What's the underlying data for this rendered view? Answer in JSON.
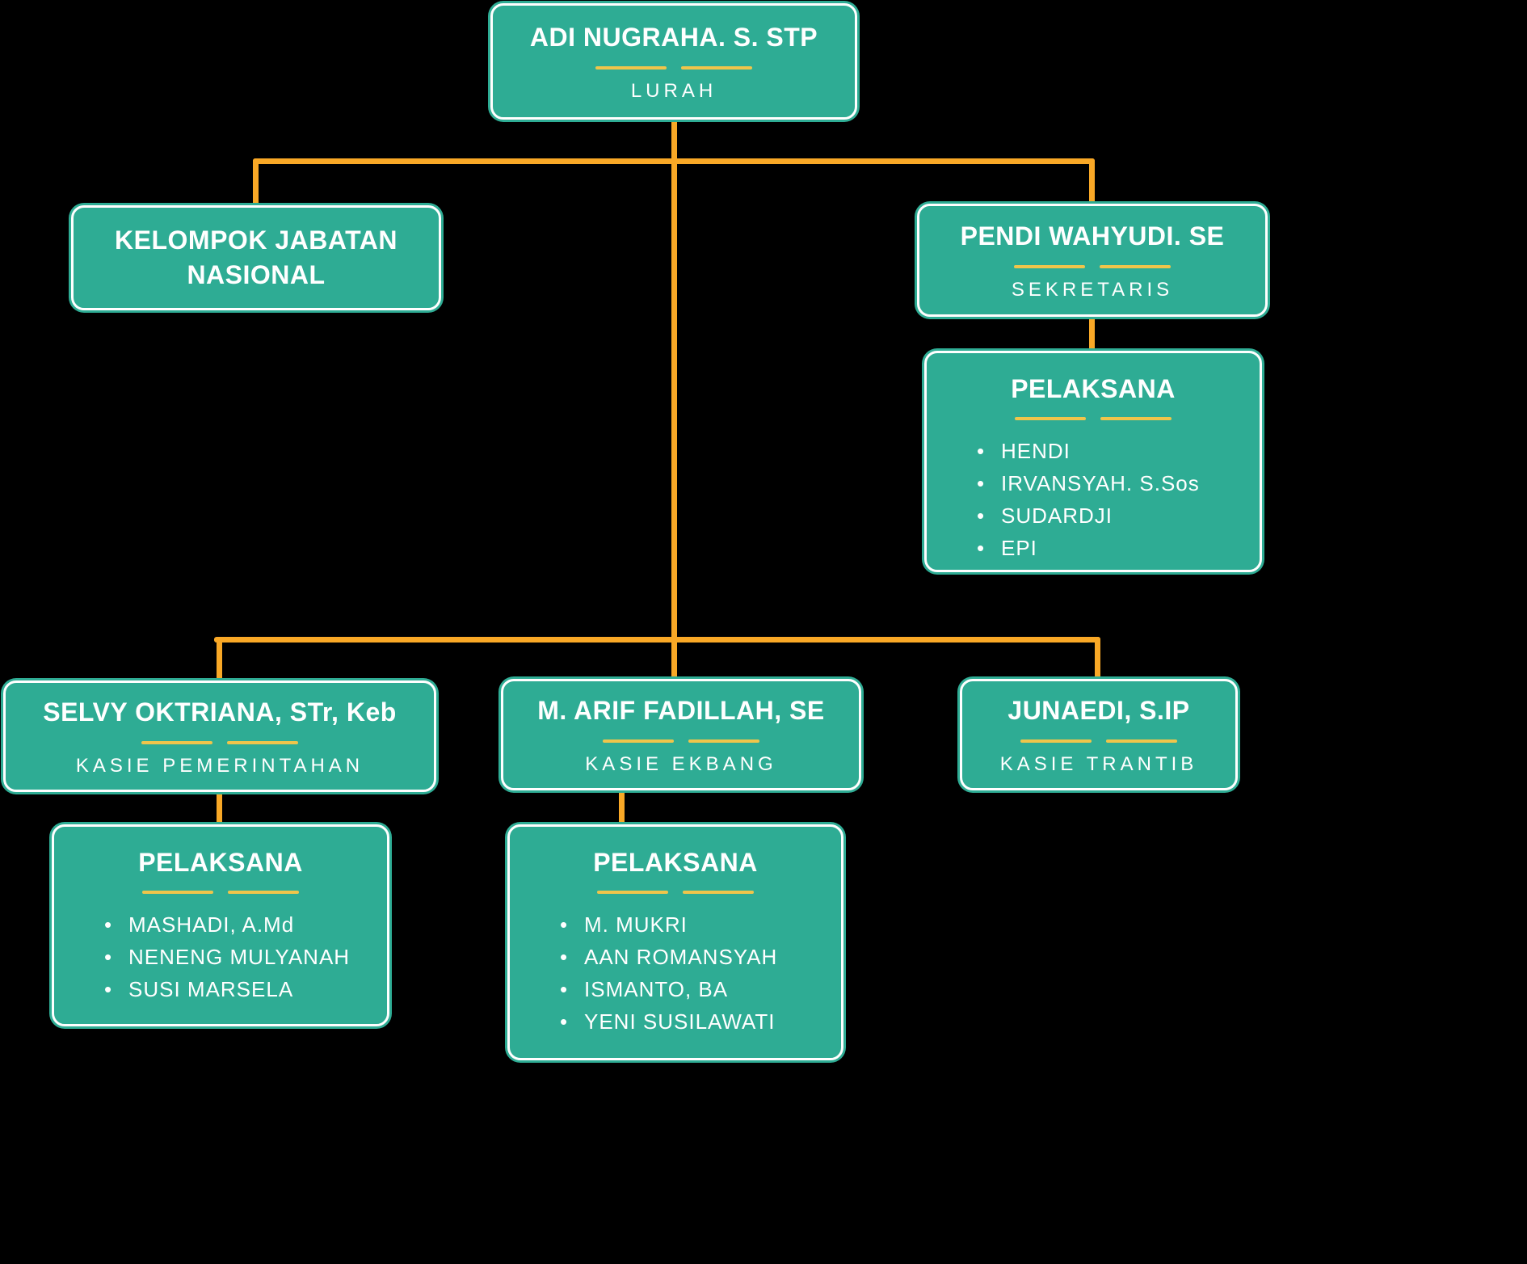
{
  "colors": {
    "background": "#000000",
    "box_fill": "#2EAC94",
    "box_border": "#FFFFFF",
    "connector": "#F9A826",
    "divider": "#EFC54B",
    "text": "#FFFFFF"
  },
  "nodes": {
    "lurah": {
      "name": "ADI NUGRAHA. S. STP",
      "title": "LURAH"
    },
    "kelompok_jabatan": {
      "name": "KELOMPOK JABATAN NASIONAL"
    },
    "sekretaris": {
      "name": "PENDI WAHYUDI. SE",
      "title": "SEKRETARIS"
    },
    "pelaksana_sekretariat": {
      "title": "PELAKSANA",
      "members": [
        "HENDI",
        "IRVANSYAH. S.Sos",
        "SUDARDJI",
        "EPI"
      ]
    },
    "kasie_pemerintahan": {
      "name": "SELVY OKTRIANA, STr, Keb",
      "title": "KASIE PEMERINTAHAN"
    },
    "pelaksana_pemerintahan": {
      "title": "PELAKSANA",
      "members": [
        "MASHADI, A.Md",
        "NENENG MULYANAH",
        "SUSI MARSELA"
      ]
    },
    "kasie_ekbang": {
      "name": "M. ARIF FADILLAH, SE",
      "title": "KASIE EKBANG"
    },
    "pelaksana_ekbang": {
      "title": "PELAKSANA",
      "members": [
        "M. MUKRI",
        "AAN ROMANSYAH",
        "ISMANTO, BA",
        "YENI SUSILAWATI"
      ]
    },
    "kasie_trantib": {
      "name": "JUNAEDI, S.IP",
      "title": "KASIE TRANTIB"
    }
  }
}
